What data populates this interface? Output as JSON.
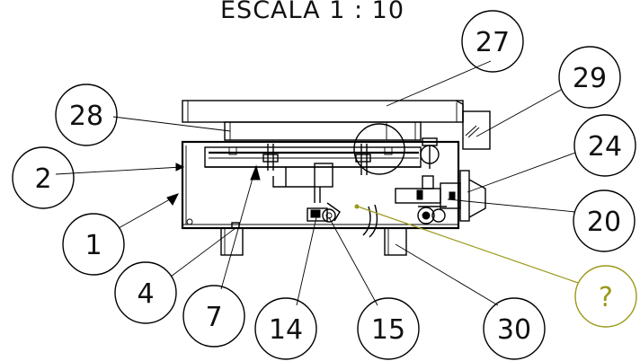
{
  "title": "ESCALA 1 : 10",
  "callouts": [
    {
      "id": "27",
      "label": "27"
    },
    {
      "id": "29",
      "label": "29"
    },
    {
      "id": "28",
      "label": "28"
    },
    {
      "id": "24",
      "label": "24"
    },
    {
      "id": "2",
      "label": "2"
    },
    {
      "id": "20",
      "label": "20"
    },
    {
      "id": "1",
      "label": "1"
    },
    {
      "id": "4",
      "label": "4"
    },
    {
      "id": "7",
      "label": "7"
    },
    {
      "id": "14",
      "label": "14"
    },
    {
      "id": "15",
      "label": "15"
    },
    {
      "id": "30",
      "label": "30"
    },
    {
      "id": "unknown",
      "label": "?"
    }
  ],
  "colors": {
    "line": "#000000",
    "highlight": "#9a9a1a"
  }
}
